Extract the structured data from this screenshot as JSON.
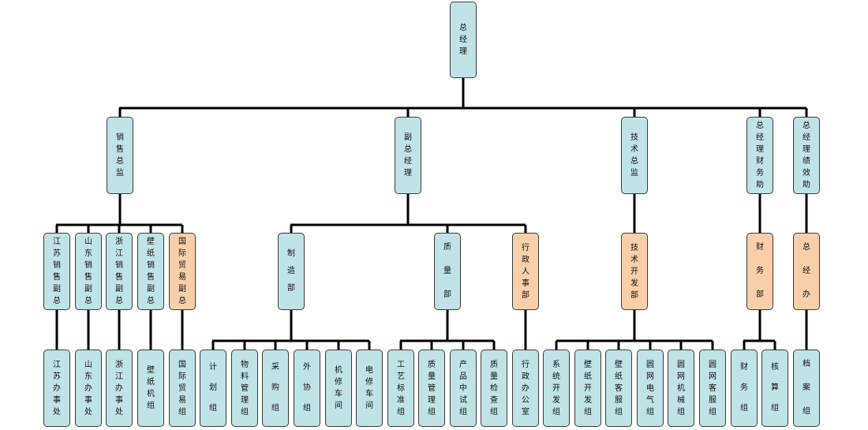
{
  "colors": {
    "blue": "#bfe3e6",
    "orange": "#f9cfa9",
    "line": "#000000"
  },
  "org": {
    "root": "总经理",
    "level1": [
      "销售总监",
      "副总经理",
      "技术总监",
      "总经理财务助",
      "总经理绩效助"
    ],
    "level2": [
      "江苏销售副总",
      "山东销售副总",
      "浙江销售副总",
      "壁纸销售副总",
      "国际贸易副总",
      "制造部",
      "质量部",
      "行政人事部",
      "技术开发部",
      "财务部",
      "总经办"
    ],
    "level3": [
      "江苏办事处",
      "山东办事处",
      "浙江办事处",
      "壁纸机组",
      "国际贸易组",
      "计划组",
      "物料管理组",
      "采购组",
      "外协组",
      "机修车间",
      "电修车间",
      "工艺标准组",
      "质量管理组",
      "产品中试组",
      "质量检查组",
      "行政办公室",
      "系统开发组",
      "壁纸开发组",
      "壁纸客服组",
      "圆网电气组",
      "圆网机械组",
      "圆网客服组",
      "财务组",
      "核算组",
      "档案组"
    ]
  }
}
